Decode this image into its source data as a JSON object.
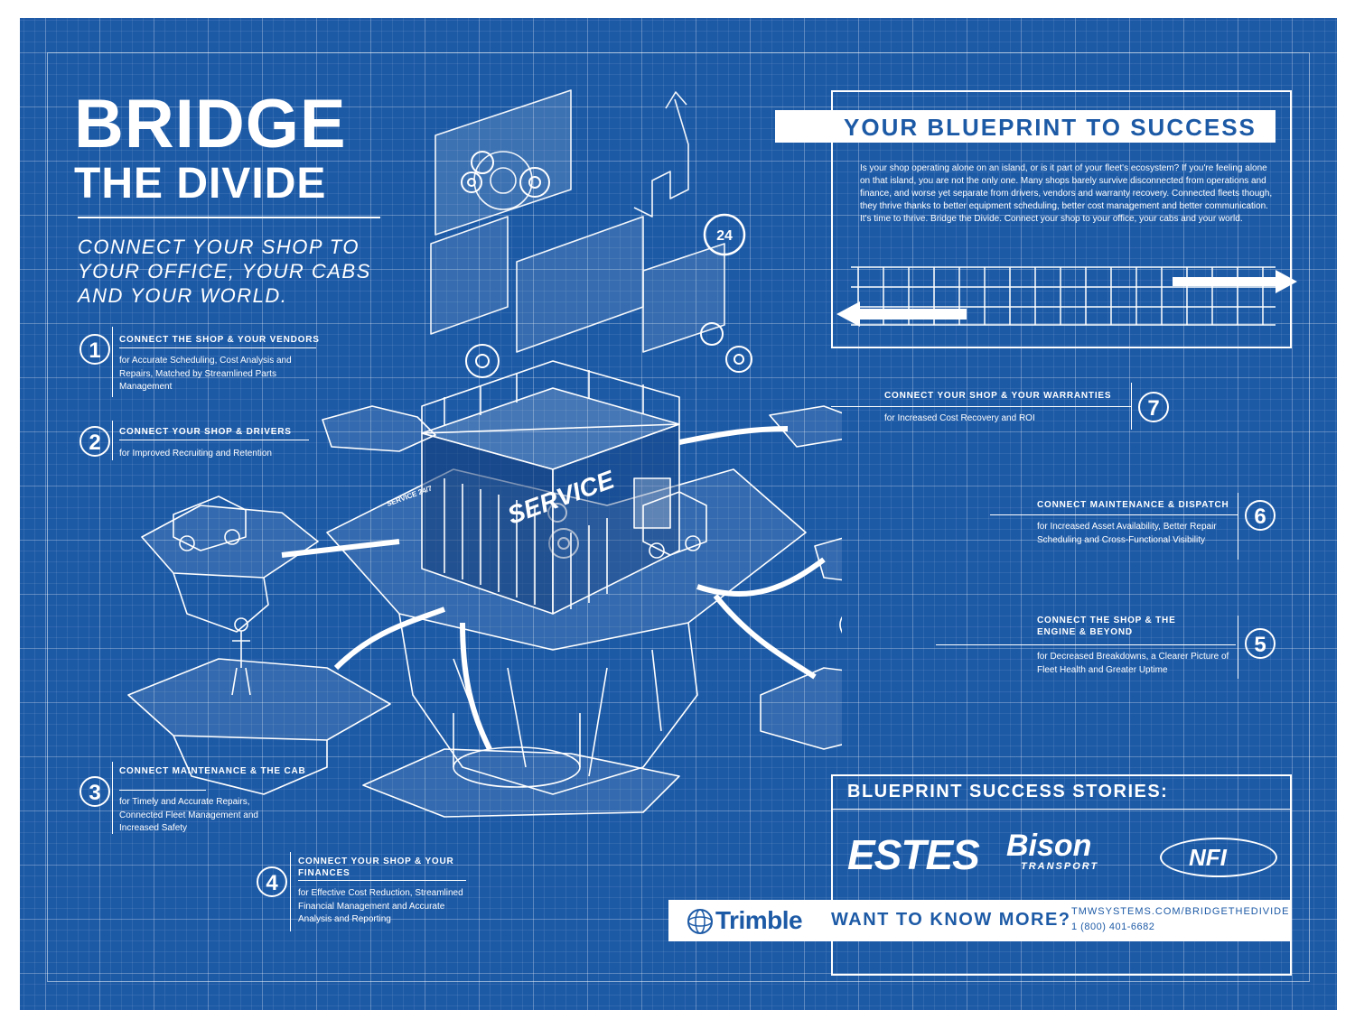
{
  "title": {
    "line1": "BRIDGE",
    "line2": "THE DIVIDE"
  },
  "subtitle": "CONNECT YOUR SHOP TO YOUR OFFICE, YOUR CABS AND YOUR WORLD.",
  "items": [
    {
      "num": "1",
      "head": "CONNECT THE SHOP & YOUR VENDORS",
      "desc": "for Accurate Scheduling, Cost Analysis and Repairs, Matched by Streamlined Parts Management"
    },
    {
      "num": "2",
      "head": "CONNECT YOUR SHOP & DRIVERS",
      "desc": "for Improved Recruiting and Retention"
    },
    {
      "num": "3",
      "head": "CONNECT MAINTENANCE & THE CAB",
      "desc": "for Timely and Accurate Repairs, Connected Fleet Management and Increased Safety"
    },
    {
      "num": "4",
      "head": "CONNECT YOUR SHOP & YOUR FINANCES",
      "desc": "for Effective Cost Reduction, Streamlined Financial Management and Accurate Analysis and Reporting"
    },
    {
      "num": "5",
      "head": "CONNECT THE SHOP & THE ENGINE & BEYOND",
      "desc": "for Decreased Breakdowns, a Clearer Picture of Fleet Health and Greater Uptime"
    },
    {
      "num": "6",
      "head": "CONNECT MAINTENANCE & DISPATCH",
      "desc": "for Increased Asset Availability, Better Repair Scheduling and Cross-Functional Visibility"
    },
    {
      "num": "7",
      "head": "CONNECT YOUR SHOP & YOUR WARRANTIES",
      "desc": "for Increased Cost Recovery and ROI"
    }
  ],
  "blueprint": {
    "heading": "YOUR BLUEPRINT TO SUCCESS",
    "body": "Is your shop operating alone on an island, or is it part of your fleet's ecosystem? If you're feeling alone on that island, you are not the only one. Many shops barely survive disconnected from operations and finance, and worse yet separate from drivers, vendors and warranty recovery. Connected fleets though, they thrive thanks to better equipment scheduling, better cost management and better communication. It's time to thrive. Bridge the Divide. Connect your shop to your office, your cabs and your world."
  },
  "illustration": {
    "service_sign": "SERVICE",
    "service_247": "SERVICE 24/7",
    "clock_badge": "24"
  },
  "stories": {
    "heading": "BLUEPRINT SUCCESS STORIES:",
    "logos": {
      "estes": "ESTES",
      "bison": "Bison",
      "bison_sub": "TRANSPORT",
      "nfi": "NFI"
    }
  },
  "cta": {
    "brand": "Trimble",
    "want": "WANT TO KNOW MORE?",
    "url": "TMWSYSTEMS.COM/BRIDGETHEDIVIDE",
    "phone": "1 (800) 401-6682"
  },
  "colors": {
    "background": "#1d5aa6",
    "line": "#ffffff"
  }
}
